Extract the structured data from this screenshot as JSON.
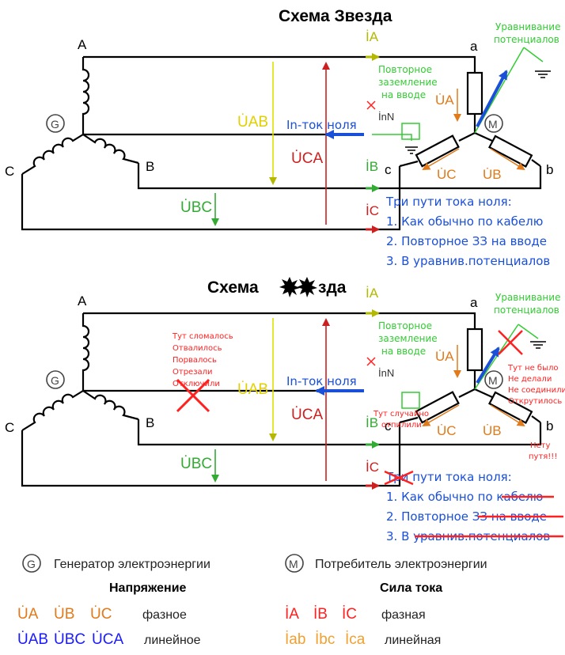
{
  "colors": {
    "phase_a": "#b5b800",
    "phase_b": "#33aa33",
    "phase_c": "#cc2020",
    "neutral": "#1a4fd8",
    "voltage_phase": "#e07a1a",
    "voltage_line": "#1a1aff",
    "current_line": "#f0a030",
    "note_green": "#33cc33",
    "note_red": "#ff2020"
  },
  "top": {
    "title": "Схема  Звезда",
    "nodes": {
      "A": "A",
      "B": "B",
      "C": "C",
      "a": "a",
      "b": "b",
      "c": "c"
    },
    "generator_symbol": "G",
    "motor_symbol": "M",
    "I_A": "İA",
    "I_B": "İB",
    "I_C": "İC",
    "U_AB": "U̇AB",
    "U_CA": "U̇CA",
    "U_BC": "U̇BC",
    "U_a": "U̇A",
    "U_b": "U̇B",
    "U_c": "U̇C",
    "I_nN": "İnN",
    "neutral_label": "In-ток ноля",
    "equal_note_1": "Уравнивание",
    "equal_note_2": "потенциалов",
    "reground_1": "Повторное",
    "reground_2": "заземление",
    "reground_3": "на вводе",
    "paths_title": "Три пути тока ноля:",
    "path_1": "1. Как обычно по кабелю",
    "path_2": "2. Повторное ЗЗ на вводе",
    "path_3": "3. В уравнив.потенциалов"
  },
  "bottom": {
    "title_prefix": "Схема",
    "title_suffix": "зда",
    "nodes": {
      "A": "A",
      "B": "B",
      "C": "C",
      "a": "a",
      "b": "b",
      "c": "c"
    },
    "generator_symbol": "G",
    "motor_symbol": "M",
    "I_A": "İA",
    "I_B": "İB",
    "I_C": "İC",
    "U_AB": "U̇AB",
    "U_CA": "U̇CA",
    "U_BC": "U̇BC",
    "U_a": "U̇A",
    "U_b": "U̇B",
    "U_c": "U̇C",
    "I_nN": "İnN",
    "neutral_label": "In-ток ноля",
    "equal_note_1": "Уравнивание",
    "equal_note_2": "потенциалов",
    "reground_1": "Повторное",
    "reground_2": "заземление",
    "reground_3": "на вводе",
    "broken_note": [
      "Тут сломалось",
      "Отвалилось",
      "Порвалось",
      "Отрезали",
      "Отключили"
    ],
    "cut_note": [
      "Тут случайно",
      "отпилили"
    ],
    "not_done_note": [
      "Тут не было",
      "Не делали",
      "Не соединили",
      "Открутилось"
    ],
    "no_path_note": [
      "Нету",
      "путя!!!"
    ],
    "paths_title_struck": "Три",
    "paths_title_rest": " пути тока ноля:",
    "path_1_kept": "1. Как обычно по ",
    "path_1_struck": "кабелю",
    "path_2_kept": "2. Повторное ",
    "path_2_struck": "ЗЗ на вводе",
    "path_3_kept": "3. В ",
    "path_3_struck": "уравнив.потенциалов"
  },
  "legend": {
    "generator_symbol": "G",
    "generator_label": "Генератор электроэнергии",
    "motor_symbol": "M",
    "motor_label": "Потребитель электроэнергии",
    "voltage_heading": "Напряжение",
    "current_heading": "Сила тока",
    "phase_voltages": [
      "U̇A",
      "U̇B",
      "U̇C"
    ],
    "phase_voltage_label": "фазное",
    "line_voltages": [
      "U̇AB",
      "U̇BC",
      "U̇CA"
    ],
    "line_voltage_label": "линейное",
    "phase_currents": [
      "İA",
      "İB",
      "İC"
    ],
    "phase_current_label": "фазная",
    "line_currents": [
      "İab",
      "İbc",
      "İca"
    ],
    "line_current_label": "линейная"
  }
}
